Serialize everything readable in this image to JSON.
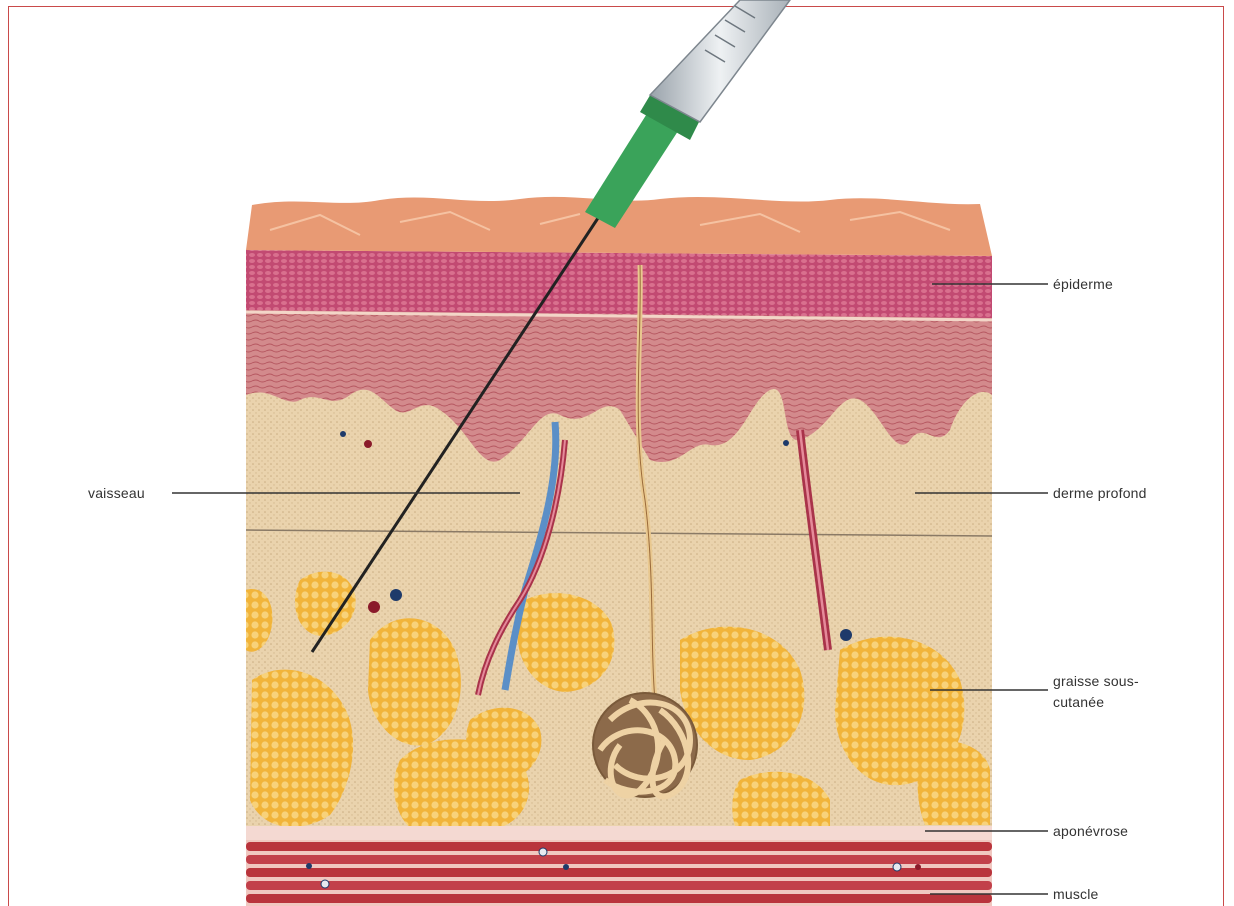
{
  "labels": {
    "epiderme": "épiderme",
    "derme_profond": "derme profond",
    "vaisseau": "vaisseau",
    "graisse_line1": "graisse sous-",
    "graisse_line2": "cutanée",
    "aponevrose": "aponévrose",
    "muscle": "muscle"
  },
  "colors": {
    "frame": "#c94a4a",
    "epidermis": "#b83a62",
    "dermis": "#c9707a",
    "deep_dermis": "#e9cfa6",
    "fat_lobule": "#f2b93b",
    "muscle": "#b9343c",
    "needle_hub": "#3aa35a"
  }
}
